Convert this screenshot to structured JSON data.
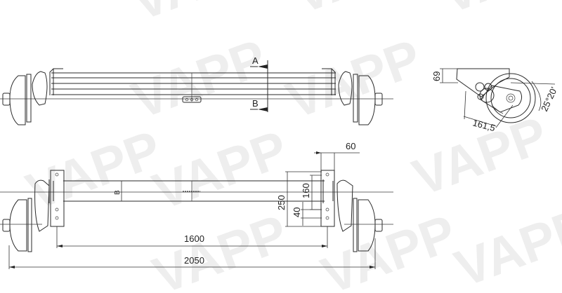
{
  "watermark": {
    "text": "VAPP",
    "color": "#eeeeee"
  },
  "top_view": {
    "section_labels": {
      "a": "A",
      "b": "B"
    }
  },
  "side_view": {
    "dimensions": {
      "height": "69",
      "arm_length": "161,5",
      "angle": "25°20'"
    }
  },
  "front_view": {
    "section_label": "B",
    "dimensions": {
      "bracket_offset": "60",
      "bracket_height": "250",
      "beam_height": "160",
      "lower_offset": "40",
      "bracket_spacing": "1600",
      "overall_width": "2050"
    }
  }
}
